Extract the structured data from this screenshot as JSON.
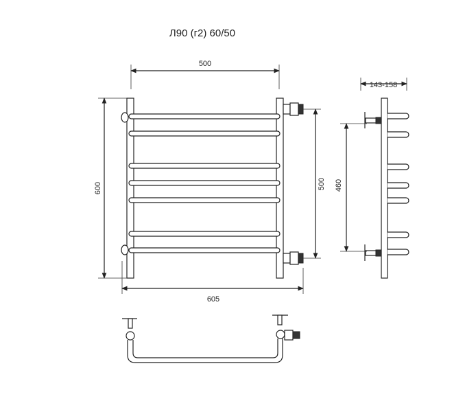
{
  "title": "Л90 (г2) 60/50",
  "dimensions": {
    "width_top": "500",
    "height_left": "600",
    "height_right": "500",
    "width_bottom": "605",
    "side_depth": "143-158",
    "side_height": "460"
  },
  "colors": {
    "line": "#222222",
    "background": "#ffffff"
  }
}
